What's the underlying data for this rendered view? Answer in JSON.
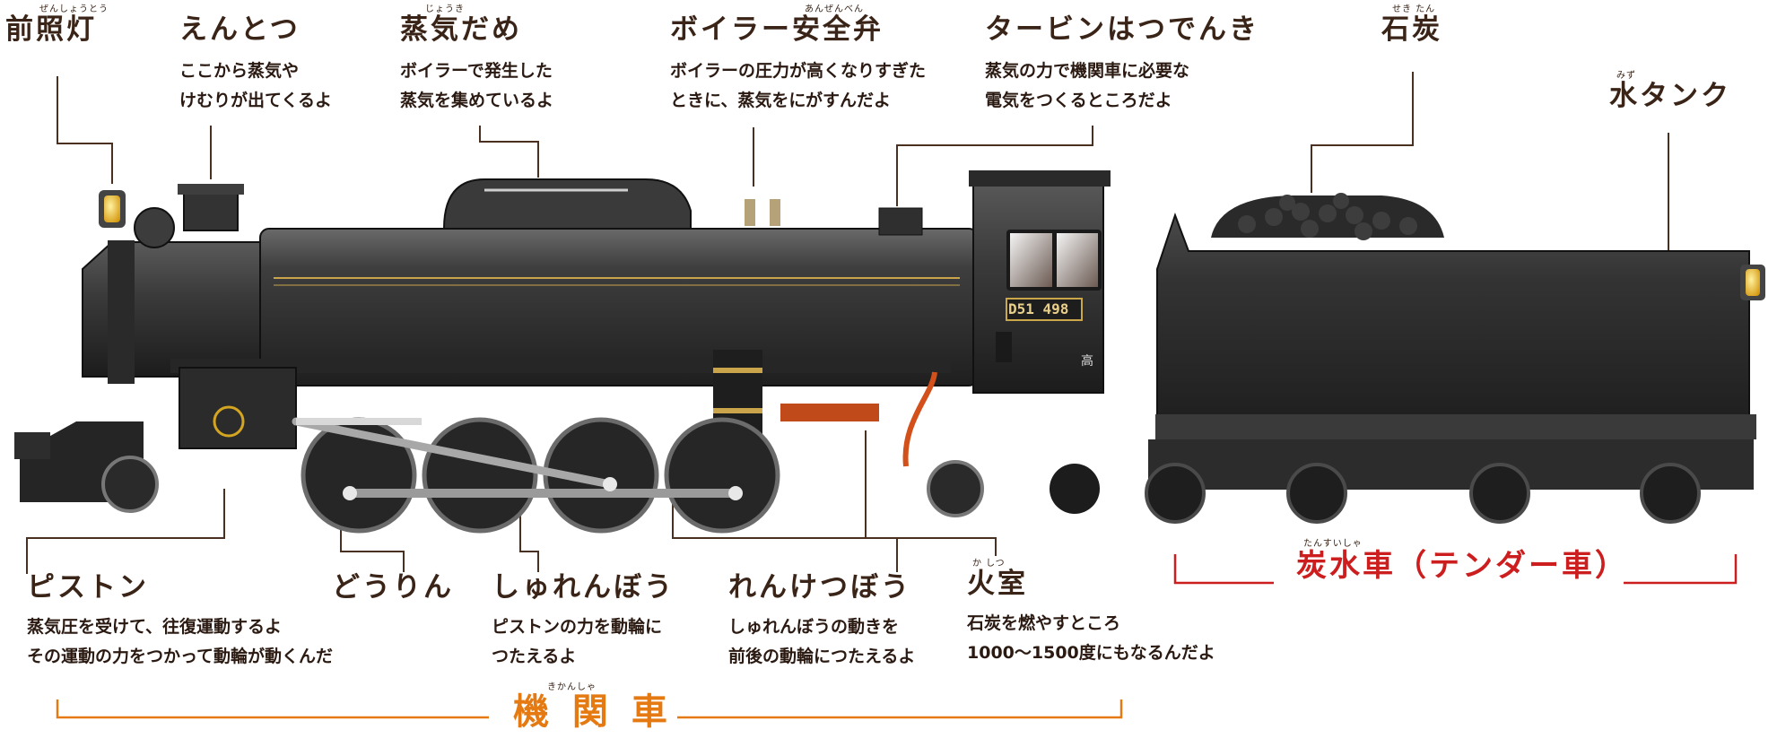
{
  "labels": {
    "headlight": {
      "title": "前照灯",
      "ruby": "ぜんしょうとう"
    },
    "chimney": {
      "title": "えんとつ",
      "lines": [
        "ここから蒸気や",
        "けむりが出てくるよ"
      ]
    },
    "steam_dome": {
      "title": "蒸気だめ",
      "ruby": "じょうき",
      "lines": [
        "ボイラーで発生した",
        "蒸気を集めているよ"
      ]
    },
    "safety_valve": {
      "title": "ボイラー安全弁",
      "ruby": "あんぜんべん",
      "lines": [
        "ボイラーの圧力が高くなりすぎた",
        "ときに、蒸気をにがすんだよ"
      ]
    },
    "turbine": {
      "title": "タービンはつでんき",
      "lines": [
        "蒸気の力で機関車に必要な",
        "電気をつくるところだよ"
      ]
    },
    "coal": {
      "title": "石炭",
      "ruby": "せき たん"
    },
    "water_tank": {
      "title": "水タンク",
      "ruby": "みず"
    },
    "piston": {
      "title": "ピストン",
      "lines": [
        "蒸気圧を受けて、往復運動するよ",
        "その運動の力をつかって動輪が動くんだ"
      ]
    },
    "driving_wheel": {
      "title": "どうりん"
    },
    "main_rod": {
      "title": "しゅれんぼう",
      "lines": [
        "ピストンの力を動輪に",
        "つたえるよ"
      ]
    },
    "coupling_rod": {
      "title": "れんけつぼう",
      "lines": [
        "しゅれんぼうの動きを",
        "前後の動輪につたえるよ"
      ]
    },
    "firebox": {
      "title": "火室",
      "ruby": "か しつ",
      "lines": [
        "石炭を燃やすところ",
        "1000〜1500度にもなるんだよ"
      ]
    },
    "tender": {
      "title": "炭水車（テンダー車）",
      "ruby": "たんすいしゃ"
    },
    "locomotive": {
      "title": "機 関 車",
      "ruby": "きかんしゃ"
    }
  },
  "plates": {
    "number": "D51 498",
    "cab_mark": "高"
  },
  "colors": {
    "body": "#2e2e2e",
    "title": "#3a2417",
    "tender_label": "#cc1e1e",
    "loco_label": "#e57a12",
    "leader": "#4a3020",
    "accent_pipe": "#d4501a"
  }
}
